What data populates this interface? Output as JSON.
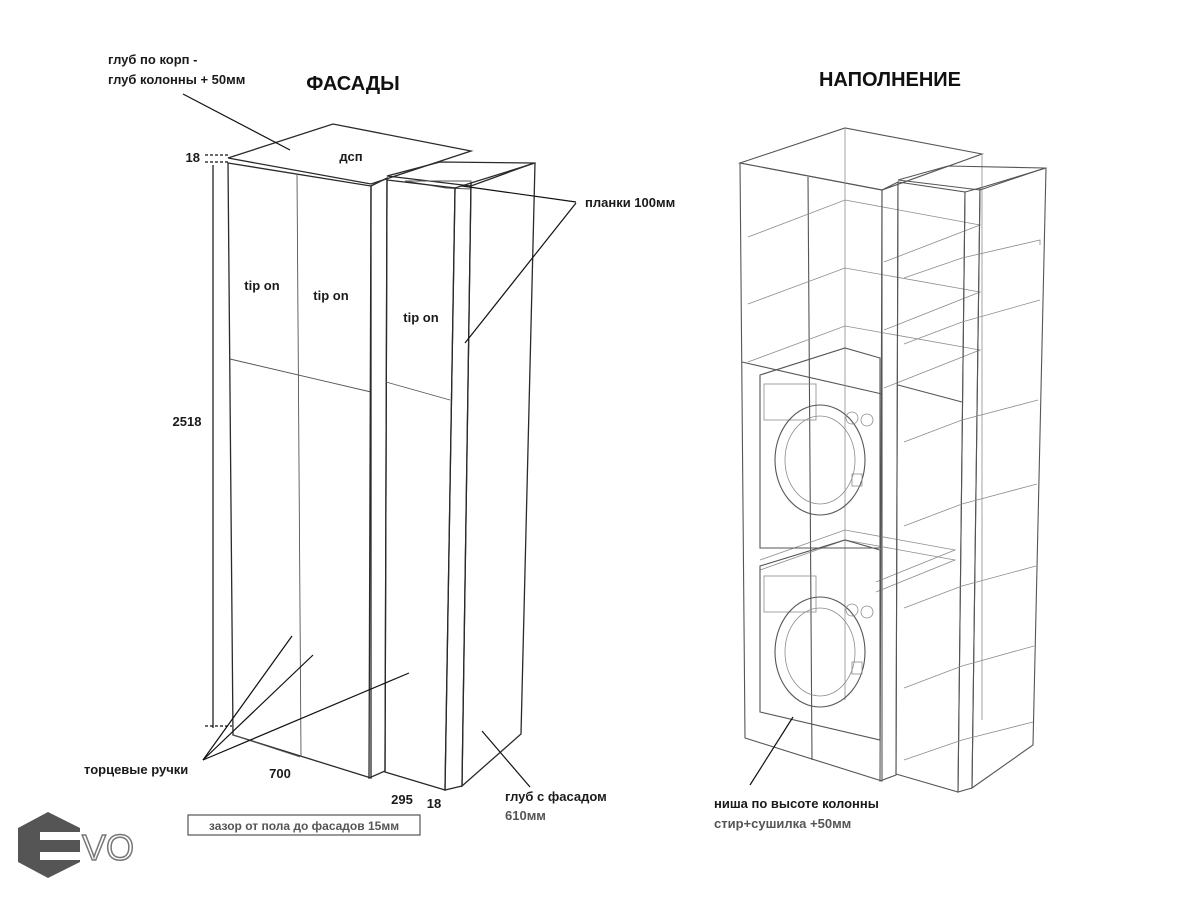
{
  "titles": {
    "left": "ФАСАДЫ",
    "right": "НАПОЛНЕНИЕ"
  },
  "labels": {
    "depth_note_line1": "глуб по корп -",
    "depth_note_line2": "глуб колонны + 50мм",
    "dsp": "дсп",
    "planks": "планки 100мм",
    "tip_on_1": "tip on",
    "tip_on_2": "tip on",
    "tip_on_3": "tip on",
    "end_handles": "торцевые ручки",
    "depth_with_facade_line1": "глуб с фасадом",
    "depth_with_facade_line2": "610мм",
    "floor_gap": "зазор от пола до фасадов 15мм",
    "niche_line1": "ниша по высоте колонны",
    "niche_line2": "стир+сушилка +50мм"
  },
  "dimensions": {
    "top_thickness": "18",
    "height": "2518",
    "width_main": "700",
    "width_side": "295",
    "side_thickness": "18"
  },
  "logo": {
    "text": "VO"
  },
  "colors": {
    "side_panel": "#c4c4c4",
    "strip": "#9a9a9a",
    "line": "#2a2a2a",
    "logo_hex": "#555555"
  }
}
